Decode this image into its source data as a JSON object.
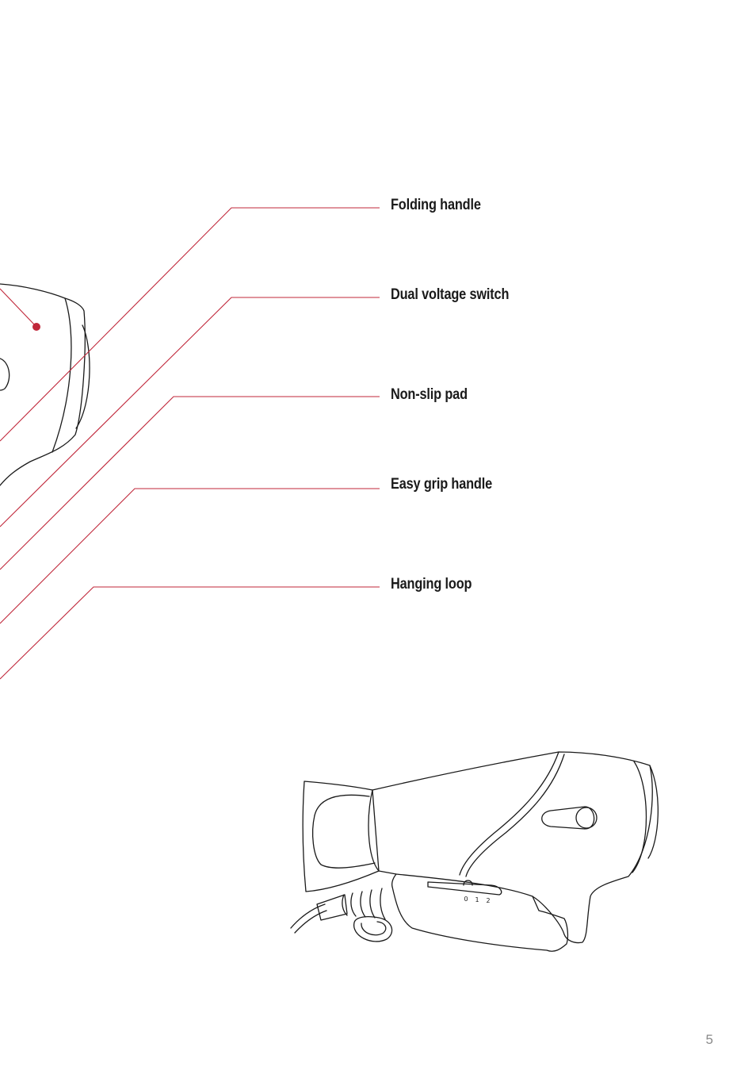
{
  "callouts": [
    {
      "label": "Folding handle"
    },
    {
      "label": "Dual voltage switch"
    },
    {
      "label": "Non-slip pad"
    },
    {
      "label": "Easy grip handle"
    },
    {
      "label": "Hanging loop"
    }
  ],
  "switch_marks": [
    "0",
    "1",
    "2"
  ],
  "page_number": "5",
  "colors": {
    "leader_line": "#c0273a",
    "outline": "#1a1a1a",
    "label_text": "#1a1a1a",
    "page_number": "#8a8a8a"
  }
}
